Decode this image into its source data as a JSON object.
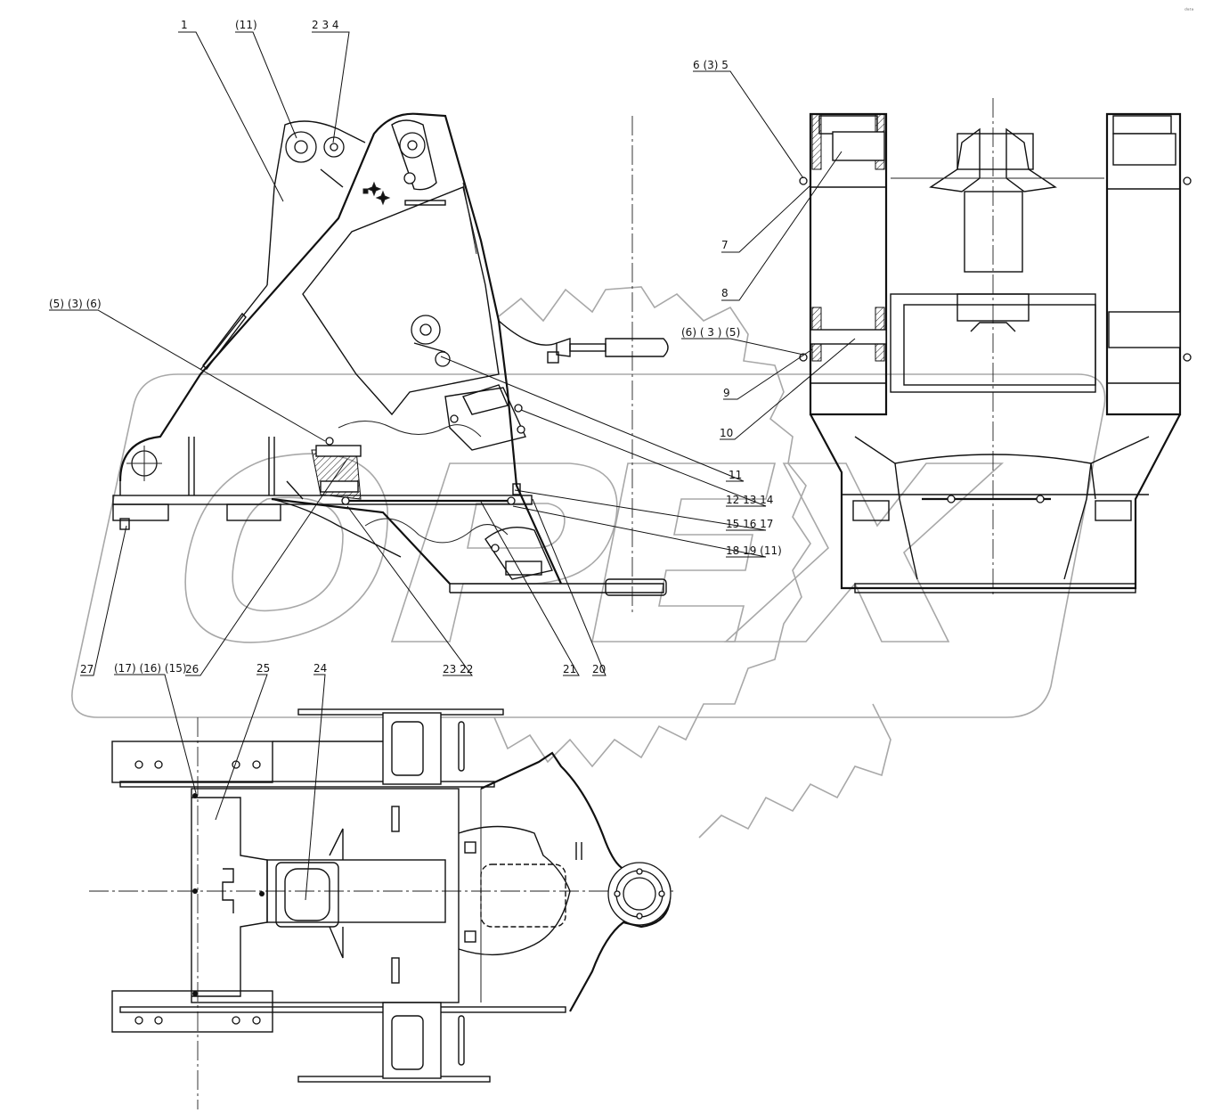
{
  "corner_mark": "ᵈᵃᵗᵃ",
  "callouts": {
    "c1": "1",
    "c11p": "(11)",
    "c234": "2  3  4",
    "c635": "6 (3) 5",
    "c536": "(5) (3) (6)",
    "c7": "7",
    "c8": "8",
    "c635b": "(6) ( 3 ) (5)",
    "c9": "9",
    "c10": "10",
    "c11": "11",
    "c121314": "12  13  14",
    "c151617": "15  16  17",
    "c181911": "18  19  (11)",
    "c27": "27",
    "c26": "26",
    "c2322": "23  22",
    "c21": "21",
    "c20": "20",
    "c171615": "(17) (16) (15)",
    "c25": "25",
    "c24": "24"
  },
  "colors": {
    "ink": "#111111",
    "watermark": "#a8a8a8",
    "background": "#ffffff"
  }
}
